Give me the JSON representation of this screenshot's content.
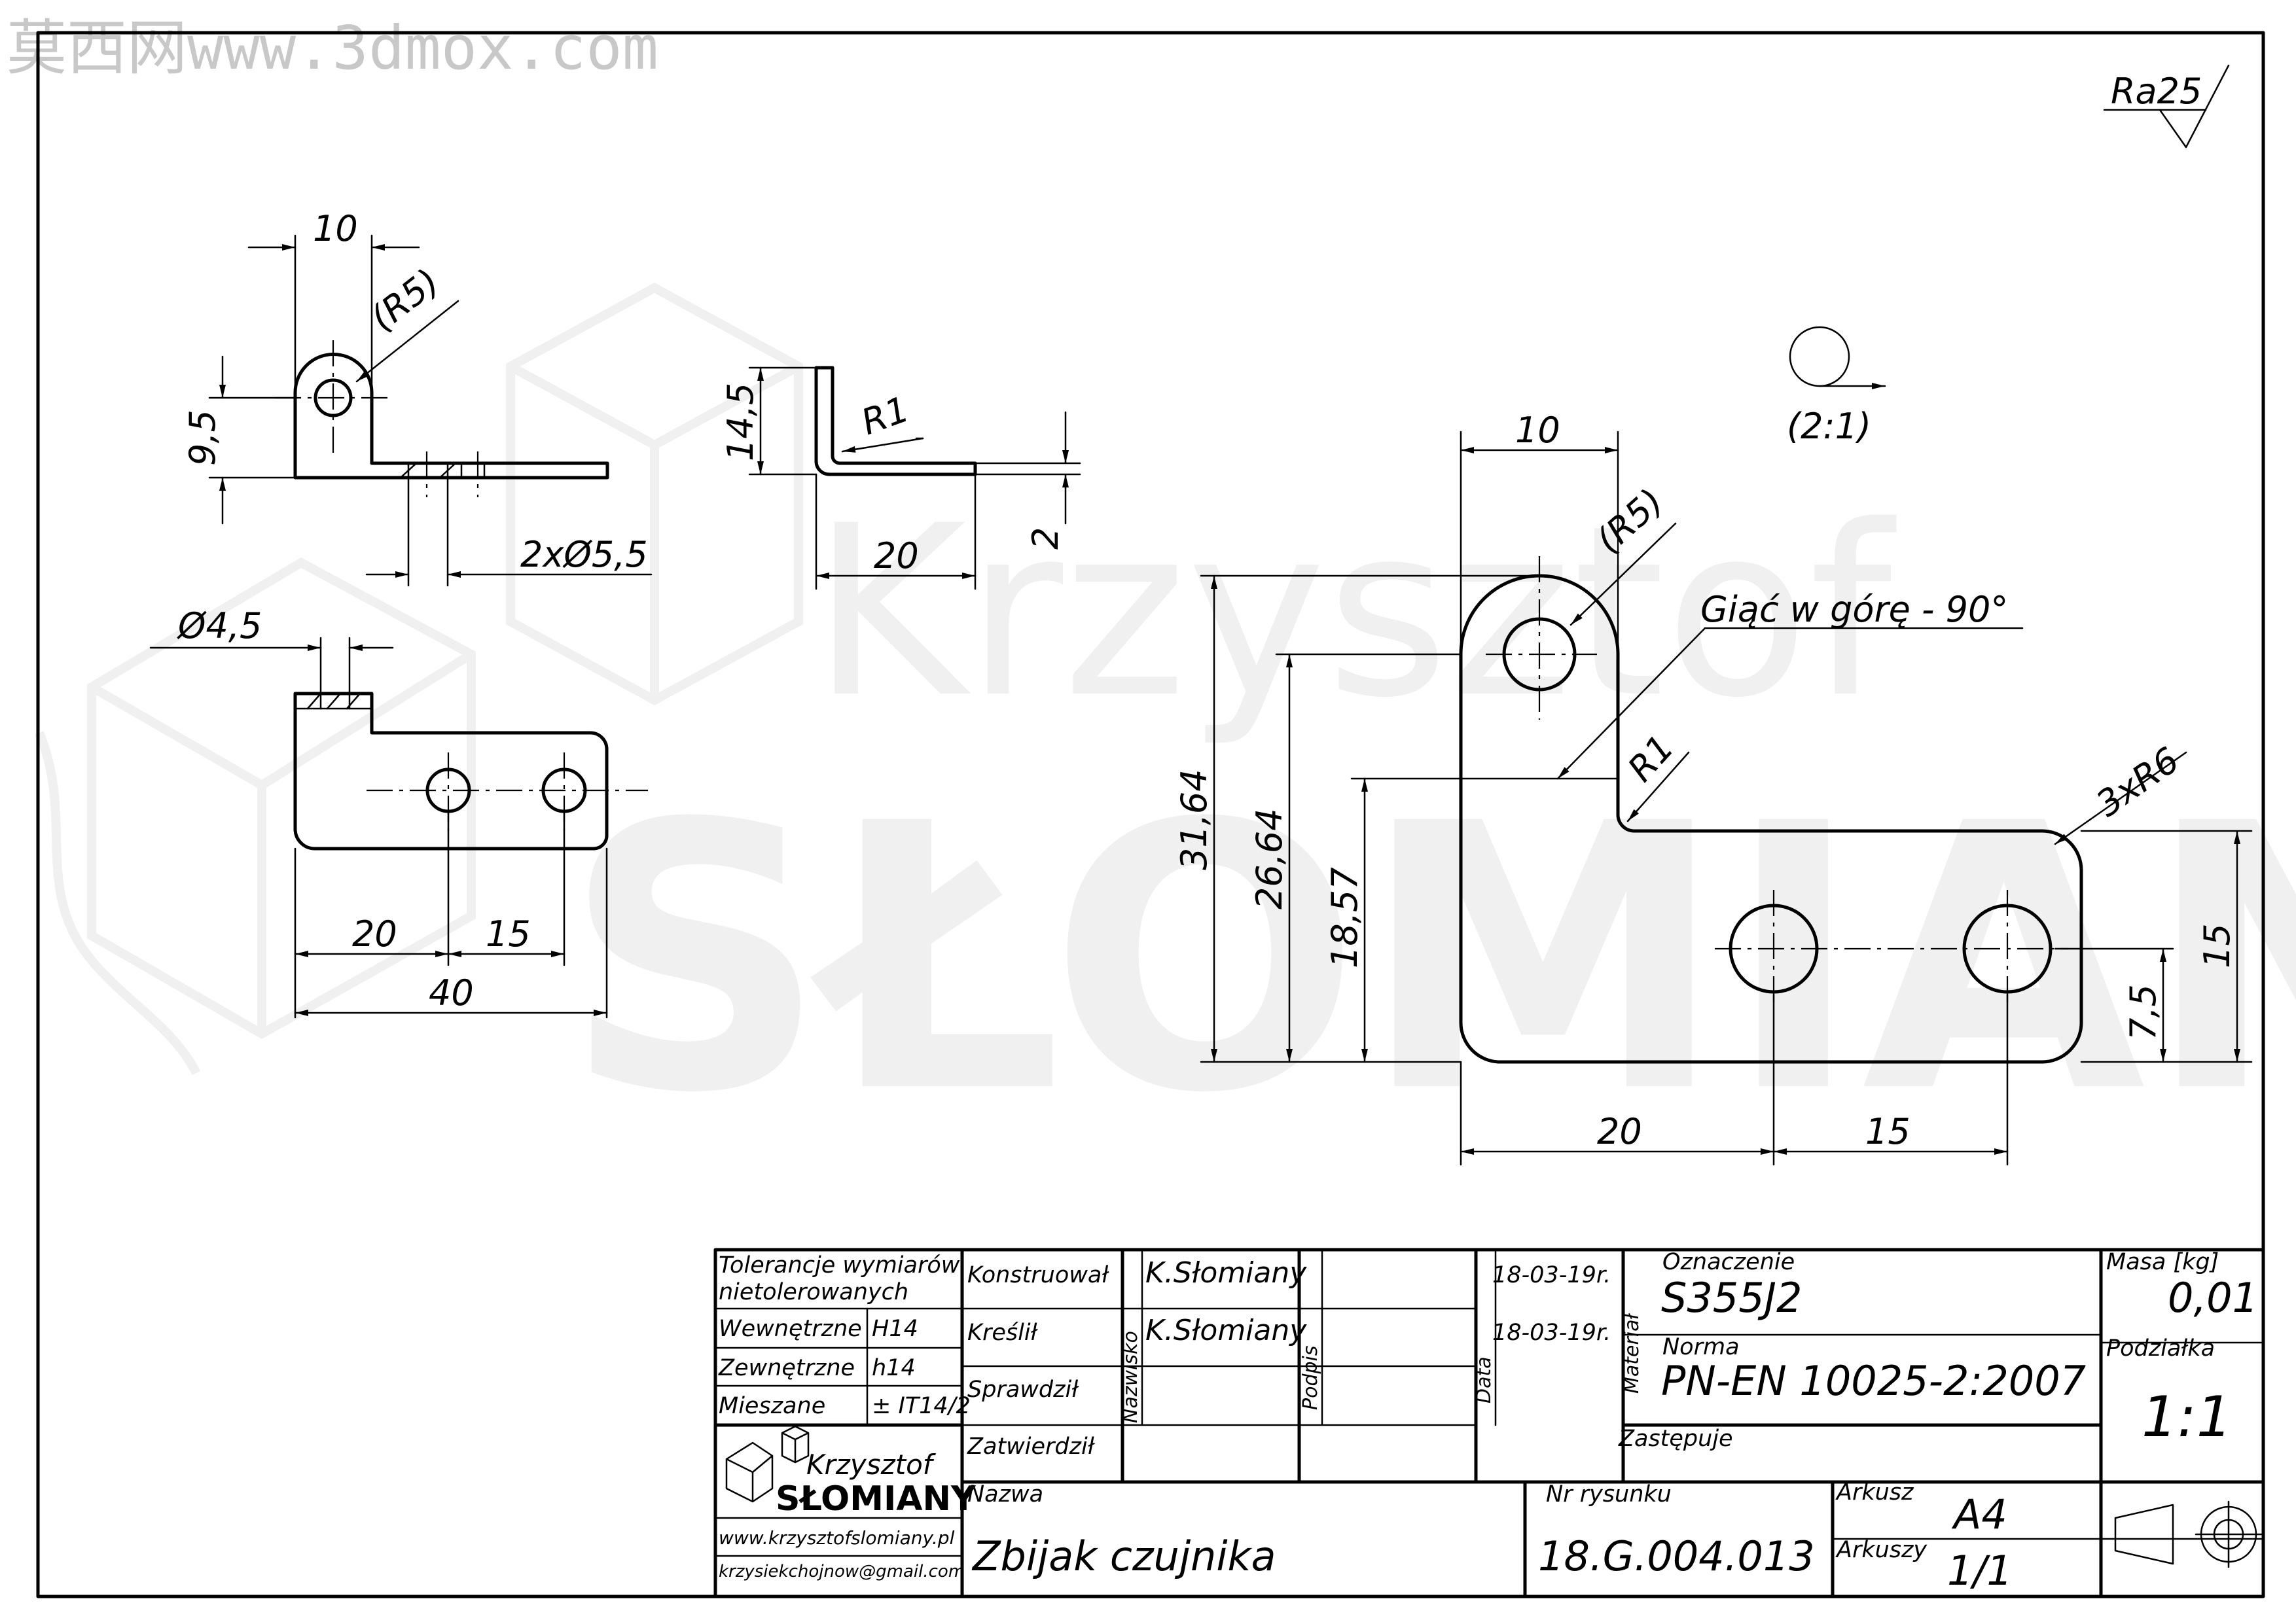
{
  "watermark": {
    "top_text": "莫西网www.3dmox.com",
    "brand_script": "Krzysztof",
    "brand_bold": "SŁOMIANY"
  },
  "surface": {
    "roughness": "Ra25"
  },
  "view_symbol": {
    "scale": "(2:1)"
  },
  "top_view": {
    "width": "10",
    "radius": "(R5)",
    "height": "9,5",
    "holes": "2xØ5,5"
  },
  "side_view": {
    "height": "14,5",
    "bend_radius": "R1",
    "length": "20",
    "thickness": "2"
  },
  "front_view": {
    "hole": "Ø4,5",
    "pos1": "20",
    "pos2": "15",
    "total": "40"
  },
  "detail_view": {
    "width": "10",
    "radius": "(R5)",
    "note": "Giąć w górę - 90°",
    "bend_radius": "R1",
    "corners": "3xR6",
    "h1": "31,64",
    "h2": "26,64",
    "h3": "18,57",
    "right_h": "15",
    "right_half": "7,5",
    "bottom1": "20",
    "bottom2": "15"
  },
  "title_block": {
    "tolerances_title": "Tolerancje wymiarów",
    "tolerances_title2": "nietolerowanych",
    "rows": [
      {
        "label": "Wewnętrzne",
        "value": "H14"
      },
      {
        "label": "Zewnętrzne",
        "value": "h14"
      },
      {
        "label": "Mieszane",
        "value": "± IT14/2"
      }
    ],
    "logo_script": "Krzysztof",
    "logo_bold": "SŁOMIANY",
    "website": "www.krzysztofslomiany.pl",
    "email": "krzysiekchojnow@gmail.com",
    "roles": [
      "Konstruował",
      "Kreślił",
      "Sprawdził",
      "Zatwierdził"
    ],
    "names": [
      "K.Słomiany",
      "K.Słomiany",
      "",
      ""
    ],
    "dates": [
      "18-03-19r.",
      "18-03-19r.",
      "",
      ""
    ],
    "col_nazwisko": "Nazwisko",
    "col_podpis": "Podpis",
    "col_data": "Data",
    "col_material": "Materiał",
    "oznaczenie_label": "Oznaczenie",
    "oznaczenie": "S355J2",
    "norma_label": "Norma",
    "norma": "PN-EN 10025-2:2007",
    "zastepuje_label": "Zastępuje",
    "masa_label": "Masa [kg]",
    "masa": "0,01",
    "podzialka_label": "Podziałka",
    "podzialka": "1:1",
    "nazwa_label": "Nazwa",
    "nazwa": "Zbijak czujnika",
    "nr_label": "Nr rysunku",
    "nr": "18.G.004.013",
    "arkusz_label": "Arkusz",
    "arkusz": "A4",
    "arkuszy_label": "Arkuszy",
    "arkuszy": "1/1"
  }
}
